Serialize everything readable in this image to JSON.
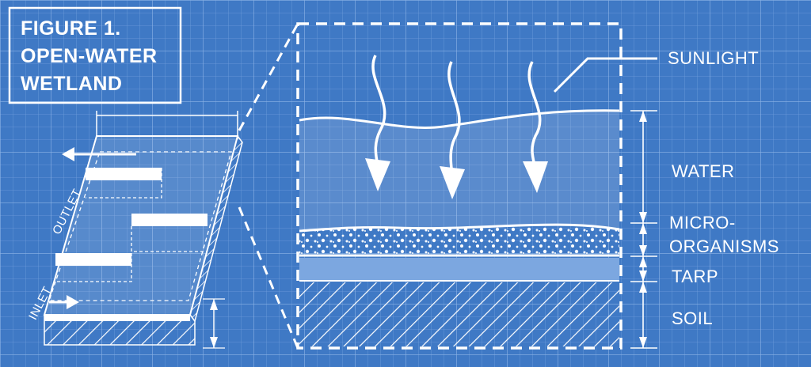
{
  "figure": {
    "title_lines": [
      "FIGURE 1.",
      "OPEN-WATER",
      "WETLAND"
    ]
  },
  "wetland_model": {
    "outlet_label": "OUTLET",
    "inlet_label": "INLET"
  },
  "cross_section": {
    "labels": {
      "sunlight": "SUNLIGHT",
      "water": "WATER",
      "micro_1": "MICRO-",
      "micro_2": "ORGANISMS",
      "tarp": "TARP",
      "soil": "SOIL"
    }
  },
  "colors": {
    "background": "#3f79c5",
    "grid": "#7aa6de",
    "line": "#ffffff"
  }
}
